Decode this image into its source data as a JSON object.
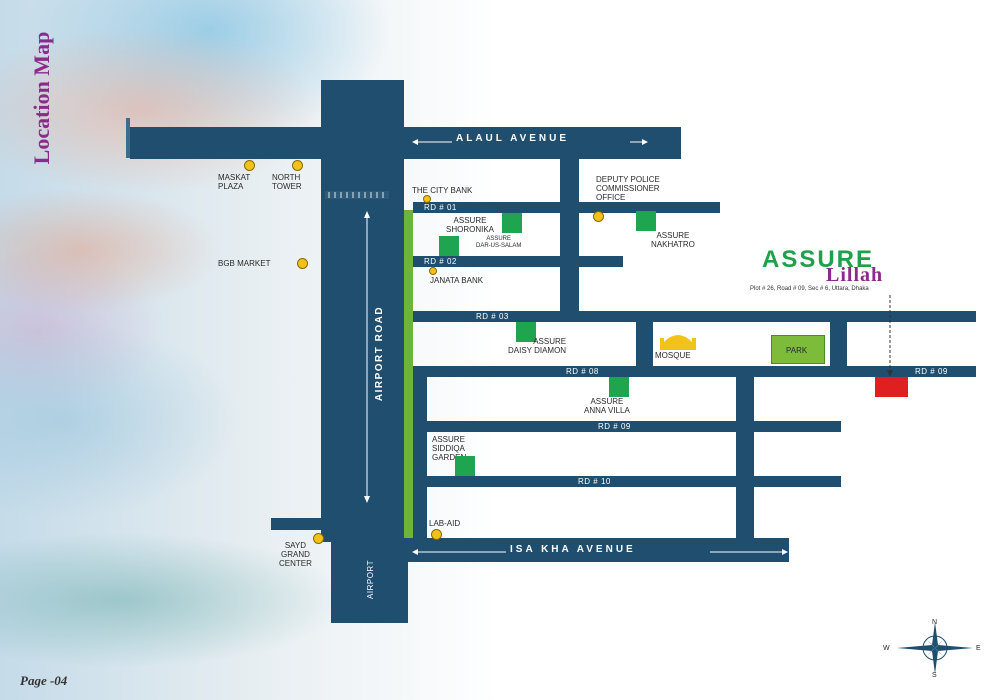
{
  "page_title": "Location Map",
  "page_number": "Page -04",
  "brand": {
    "name_line1": "ASSURE",
    "name_line2": "Lillah",
    "address": "Plot # 26, Road # 09, Sec # 6, Uttara, Dhaka",
    "colors": {
      "line1": "#1ea14a",
      "line2": "#8a2a8a"
    }
  },
  "roads": {
    "alaul_avenue": "ALAUL AVENUE",
    "isa_kha_avenue": "ISA KHA AVENUE",
    "airport_road": "AIRPORT ROAD",
    "airport": "AIRPORT",
    "rd01": "RD # 01",
    "rd02": "RD # 02",
    "rd03": "RD # 03",
    "rd08": "RD # 08",
    "rd09a": "RD # 09",
    "rd09b": "RD # 09",
    "rd10": "RD # 10"
  },
  "landmarks": {
    "maskat_plaza": [
      "MASKAT",
      "PLAZA"
    ],
    "north_tower": [
      "NORTH",
      "TOWER"
    ],
    "bgb_market": "BGB MARKET",
    "city_bank": "THE CITY BANK",
    "deputy_police": [
      "DEPUTY POLICE",
      "COMMISSIONER",
      "OFFICE"
    ],
    "janata_bank": "JANATA BANK",
    "lab_aid": "LAB-AID",
    "sayd_grand": [
      "SAYD",
      "GRAND",
      "CENTER"
    ],
    "mosque": "MOSQUE",
    "park": "PARK"
  },
  "projects": {
    "shoronika": [
      "ASSURE",
      "SHORONIKA"
    ],
    "dar_us_salam": [
      "ASSURE",
      "DAR-US-SALAM"
    ],
    "nakhatro": [
      "ASSURE",
      "NAKHATRO"
    ],
    "daisy": [
      "ASSURE",
      "DAISY DIAMON"
    ],
    "anna": [
      "ASSURE",
      "ANNA VILLA"
    ],
    "siddiqa": [
      "ASSURE",
      "SIDDIQA",
      "GARDEN"
    ]
  },
  "compass": {
    "n": "N",
    "s": "S",
    "e": "E",
    "w": "W"
  },
  "colors": {
    "road": "#1f4e6e",
    "project": "#1fa550",
    "target": "#e02020",
    "park": "#7dbb3a",
    "poi": "#f2c21b",
    "median": "#6fb43a"
  }
}
